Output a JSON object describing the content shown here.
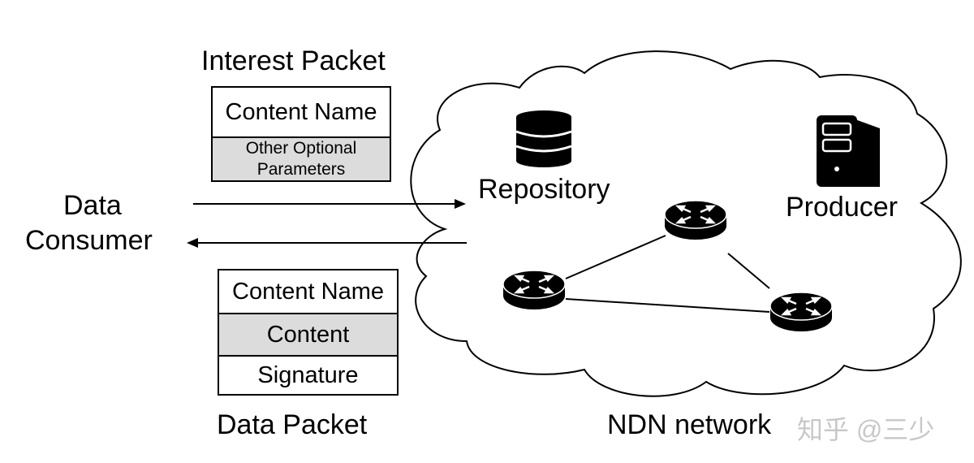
{
  "interest_packet": {
    "title": "Interest Packet",
    "fields": [
      "Content Name",
      "Other Optional\nParameters"
    ]
  },
  "data_packet": {
    "title": "Data Packet",
    "fields": [
      "Content Name",
      "Content",
      "Signature"
    ]
  },
  "consumer": {
    "line1": "Data",
    "line2": "Consumer"
  },
  "repository": {
    "label": "Repository",
    "icon": "database-icon"
  },
  "producer": {
    "label": "Producer",
    "icon": "server-icon"
  },
  "network": {
    "label": "NDN network",
    "icon": "router-icon"
  },
  "watermark": "知乎 @三少",
  "colors": {
    "stroke": "#000000",
    "field_gray": "#dcdcdc",
    "watermark": "#c8c8c8"
  }
}
